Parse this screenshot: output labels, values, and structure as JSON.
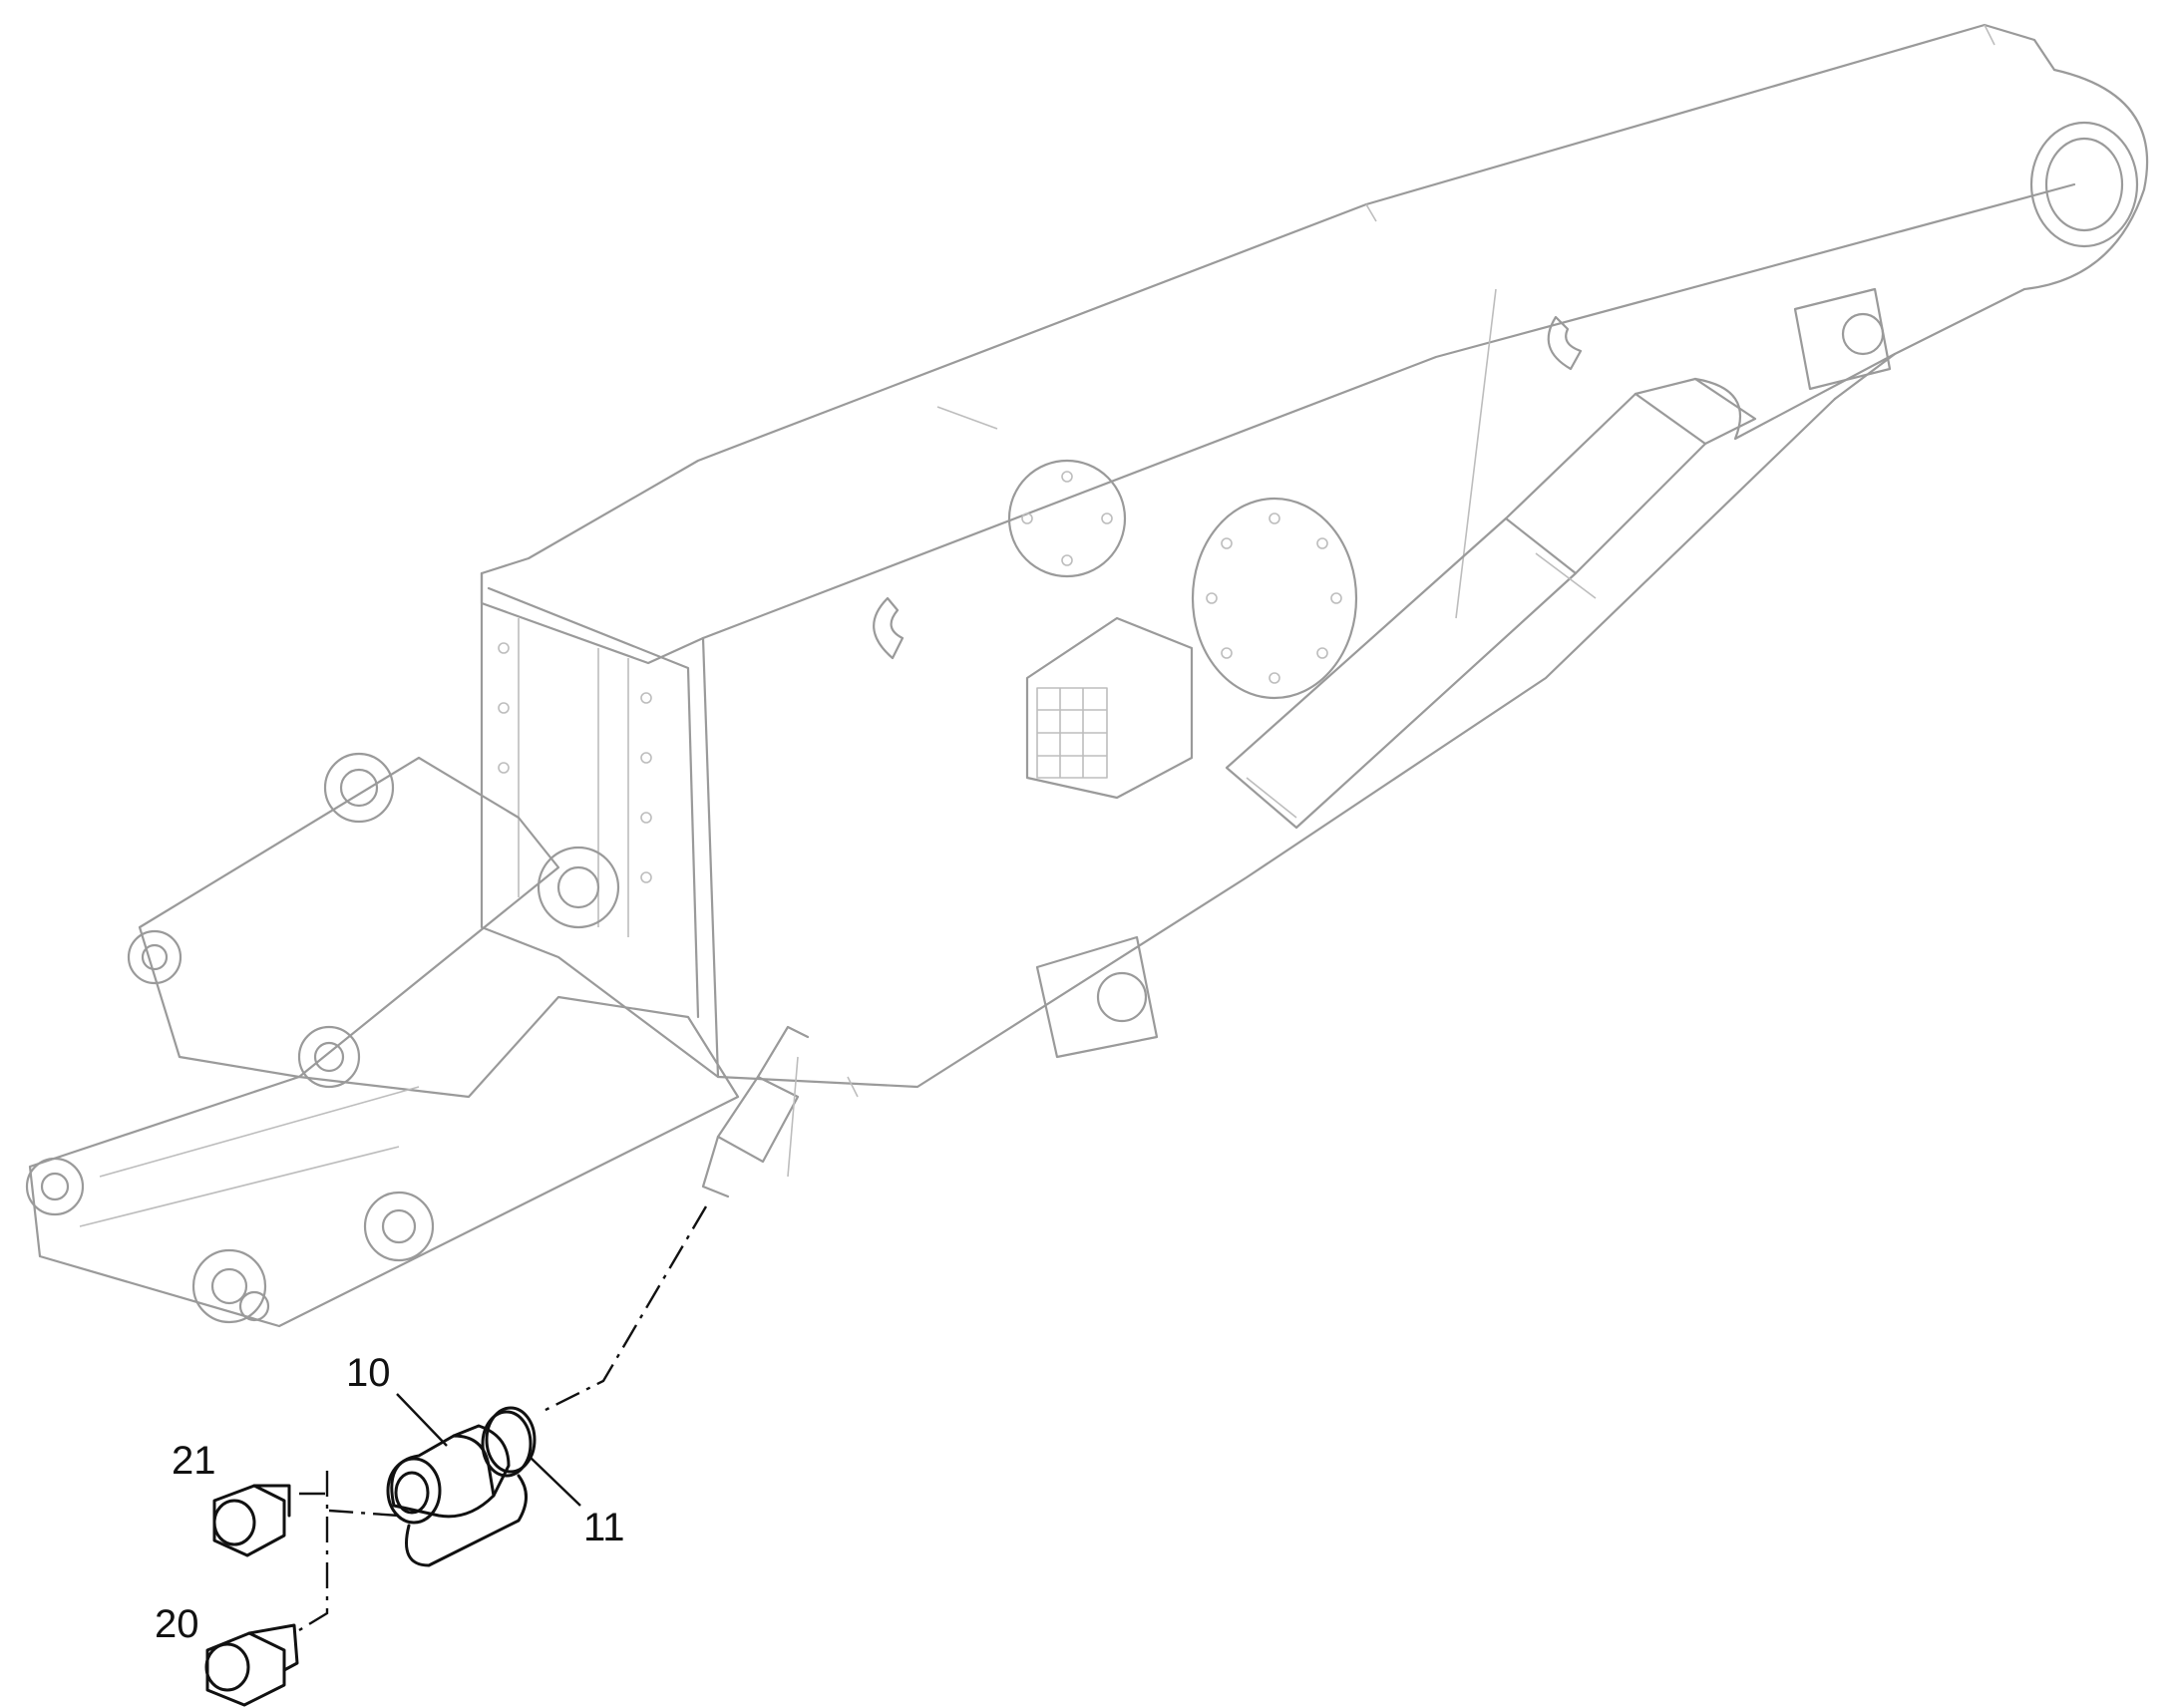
{
  "colors": {
    "line": "#111111",
    "background_art": "#9a9a9a",
    "background": "#ffffff"
  },
  "callouts": {
    "c10": "10",
    "c11": "11",
    "c20": "20",
    "c21": "21"
  }
}
